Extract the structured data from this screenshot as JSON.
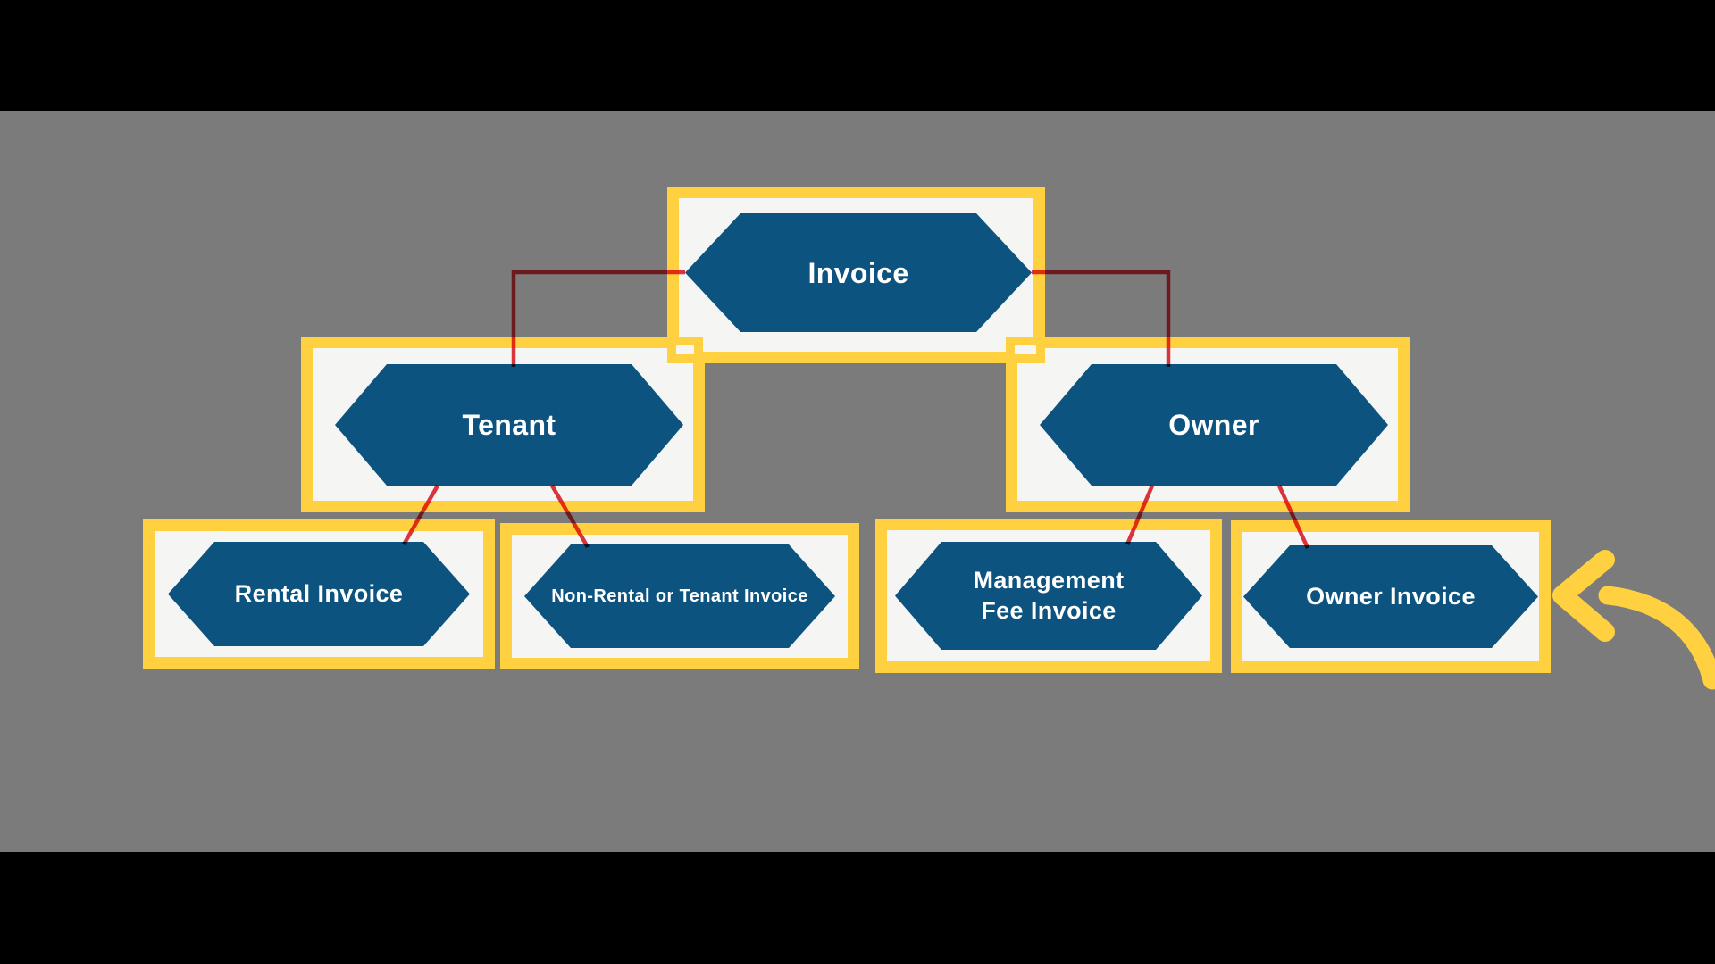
{
  "slide": {
    "background_color": "#7b7b7b",
    "letterbox_color": "#000000"
  },
  "palette": {
    "node_fill": "#0d5380",
    "node_text_color": "#ffffff",
    "selection_frame_color": "#ffd03f",
    "frame_fill": "#f5f5f4",
    "connector_color": "#e23540",
    "connector_dark_over_gray": "#6d191f",
    "arrow_color": "#ffd03f"
  },
  "nodes": {
    "invoice": {
      "label": "Invoice"
    },
    "tenant": {
      "label": "Tenant"
    },
    "owner": {
      "label": "Owner"
    },
    "rental": {
      "label": "Rental Invoice"
    },
    "nonrental": {
      "label": "Non-Rental or Tenant Invoice"
    },
    "management": {
      "line1": "Management",
      "line2": "Fee Invoice"
    },
    "ownerinvoice": {
      "label": "Owner Invoice"
    }
  },
  "edges": [
    {
      "from": "invoice",
      "to": "tenant"
    },
    {
      "from": "invoice",
      "to": "owner"
    },
    {
      "from": "tenant",
      "to": "rental"
    },
    {
      "from": "tenant",
      "to": "nonrental"
    },
    {
      "from": "owner",
      "to": "management"
    },
    {
      "from": "owner",
      "to": "ownerinvoice"
    }
  ],
  "annotations": {
    "curved_arrow": {
      "shape": "curved-arrow",
      "points_to": "ownerinvoice",
      "direction": "pointing-left"
    }
  }
}
